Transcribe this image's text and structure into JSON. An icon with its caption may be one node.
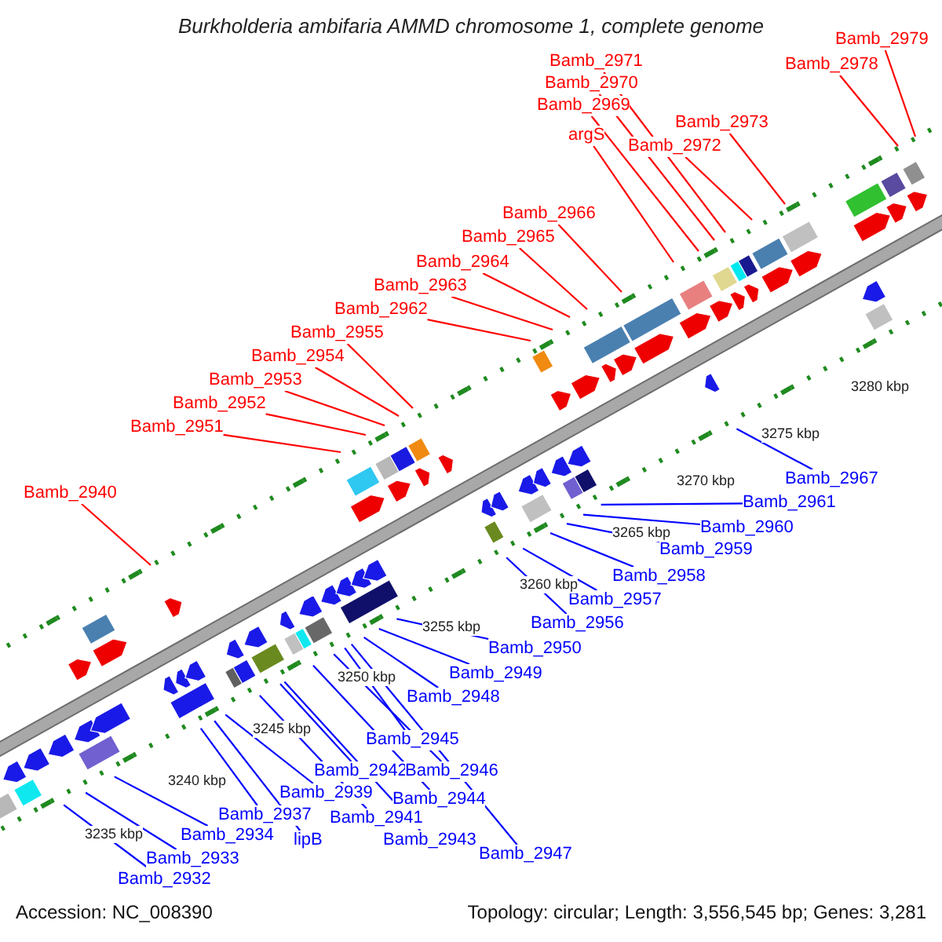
{
  "diagram": {
    "title": "Burkholderia ambifaria AMMD chromosome 1, complete genome",
    "nodes": [
      {
        "text": [
          "Bamb_2979"
        ]
      },
      {
        "text": [
          "Bamb_2971"
        ]
      },
      {
        "text": [
          "Bamb_2978"
        ]
      },
      {
        "text": [
          "Bamb_2970"
        ]
      },
      {
        "text": [
          "Bamb_2969"
        ]
      },
      {
        "text": [
          "Bamb_2973"
        ]
      },
      {
        "text": [
          "argS"
        ]
      },
      {
        "text": [
          "Bamb_2972"
        ]
      },
      {
        "text": [
          "Bamb_2966"
        ]
      },
      {
        "text": [
          "Bamb_2965"
        ]
      },
      {
        "text": [
          "Bamb_2964"
        ]
      },
      {
        "text": [
          "Bamb_2963"
        ]
      },
      {
        "text": [
          "Bamb_2962"
        ]
      },
      {
        "text": [
          "Bamb_2955"
        ]
      },
      {
        "text": [
          "Bamb_2954"
        ]
      },
      {
        "text": [
          "Bamb_2953"
        ]
      },
      {
        "text": [
          "Bamb_2952"
        ]
      },
      {
        "text": [
          "Bamb_2951"
        ]
      },
      {
        "text": [
          "Bamb_2967"
        ]
      },
      {
        "text": [
          "Bamb_2940"
        ]
      },
      {
        "text": [
          "Bamb_2961"
        ]
      },
      {
        "text": [
          "Bamb_2960"
        ]
      },
      {
        "text": [
          "Bamb_2959"
        ]
      },
      {
        "text": [
          "Bamb_2958"
        ]
      },
      {
        "text": [
          "Bamb_2957"
        ]
      },
      {
        "text": [
          "Bamb_2956"
        ]
      },
      {
        "text": [
          "Bamb_2950"
        ]
      },
      {
        "text": [
          "Bamb_2949"
        ]
      },
      {
        "text": [
          "Bamb_2948"
        ]
      },
      {
        "text": [
          "Bamb_2945"
        ]
      },
      {
        "text": [
          "Bamb_2942"
        ]
      },
      {
        "text": [
          "Bamb_2946"
        ]
      },
      {
        "text": [
          "Bamb_2939"
        ]
      },
      {
        "text": [
          "Bamb_2944"
        ]
      },
      {
        "text": [
          "Bamb_2937"
        ]
      },
      {
        "text": [
          "Bamb_2941"
        ]
      },
      {
        "text": [
          "Bamb_2934"
        ]
      },
      {
        "text": [
          "lipB"
        ]
      },
      {
        "text": [
          "Bamb_2943"
        ]
      },
      {
        "text": [
          "Bamb_2947"
        ]
      },
      {
        "text": [
          "Bamb_2933"
        ]
      },
      {
        "text": [
          "Bamb_2932"
        ]
      }
    ],
    "edges": [
      {
        "from": 0,
        "to": null,
        "arrow": "none",
        "color": "#ff0000"
      },
      {
        "from": 1,
        "to": null,
        "arrow": "none",
        "color": "#ff0000"
      },
      {
        "from": 2,
        "to": null,
        "arrow": "none",
        "color": "#ff0000"
      },
      {
        "from": 3,
        "to": null,
        "arrow": "none",
        "color": "#ff0000"
      },
      {
        "from": 4,
        "to": null,
        "arrow": "none",
        "color": "#ff0000"
      },
      {
        "from": 5,
        "to": null,
        "arrow": "none",
        "color": "#ff0000"
      },
      {
        "from": 6,
        "to": null,
        "arrow": "none",
        "color": "#ff0000"
      },
      {
        "from": 7,
        "to": null,
        "arrow": "none",
        "color": "#ff0000"
      },
      {
        "from": 8,
        "to": null,
        "arrow": "none",
        "color": "#ff0000"
      },
      {
        "from": 9,
        "to": null,
        "arrow": "none",
        "color": "#ff0000"
      },
      {
        "from": 10,
        "to": null,
        "arrow": "none",
        "color": "#ff0000"
      },
      {
        "from": 11,
        "to": null,
        "arrow": "none",
        "color": "#ff0000"
      },
      {
        "from": 12,
        "to": null,
        "arrow": "none",
        "color": "#ff0000"
      },
      {
        "from": 13,
        "to": null,
        "arrow": "none",
        "color": "#ff0000"
      },
      {
        "from": 14,
        "to": null,
        "arrow": "none",
        "color": "#ff0000"
      },
      {
        "from": 15,
        "to": null,
        "arrow": "none",
        "color": "#ff0000"
      },
      {
        "from": 16,
        "to": null,
        "arrow": "none",
        "color": "#ff0000"
      },
      {
        "from": 17,
        "to": null,
        "arrow": "none",
        "color": "#ff0000"
      },
      {
        "from": 18,
        "to": null,
        "arrow": "none"
      },
      {
        "from": 19,
        "to": null,
        "arrow": "none",
        "color": "#ff0000"
      },
      {
        "from": 20,
        "to": null,
        "arrow": "none"
      },
      {
        "from": 21,
        "to": null,
        "arrow": "none"
      },
      {
        "from": 22,
        "to": null,
        "arrow": "none"
      },
      {
        "from": 23,
        "to": null,
        "arrow": "none"
      },
      {
        "from": 24,
        "to": null,
        "arrow": "none"
      },
      {
        "from": 25,
        "to": null,
        "arrow": "none"
      },
      {
        "from": 26,
        "to": null,
        "arrow": "none"
      },
      {
        "from": 27,
        "to": null,
        "arrow": "none"
      },
      {
        "from": 28,
        "to": null,
        "arrow": "none"
      },
      {
        "from": 29,
        "to": null,
        "arrow": "none"
      },
      {
        "from": 30,
        "to": null,
        "arrow": "none"
      },
      {
        "from": 31,
        "to": null,
        "arrow": "none"
      },
      {
        "from": 32,
        "to": null,
        "arrow": "none"
      },
      {
        "from": 33,
        "to": null,
        "arrow": "none"
      },
      {
        "from": 34,
        "to": null,
        "arrow": "none"
      },
      {
        "from": 35,
        "to": null,
        "arrow": "none"
      },
      {
        "from": 36,
        "to": null,
        "arrow": "none"
      },
      {
        "from": 37,
        "to": null,
        "arrow": "none"
      },
      {
        "from": 38,
        "to": null,
        "arrow": "none"
      },
      {
        "from": 39,
        "to": null,
        "arrow": "none"
      },
      {
        "from": 40,
        "to": null,
        "arrow": "none"
      },
      {
        "from": 41,
        "to": null,
        "arrow": "none"
      }
    ],
    "labels": [
      "3280 kbp",
      "3275 kbp",
      "3270 kbp",
      "3265 kbp",
      "3260 kbp",
      "3255 kbp",
      "3250 kbp",
      "3245 kbp",
      "3240 kbp",
      "3235 kbp",
      "Accession: NC_008390",
      "Topology: circular; Length: 3,556,545 bp; Genes: 3,281"
    ]
  }
}
